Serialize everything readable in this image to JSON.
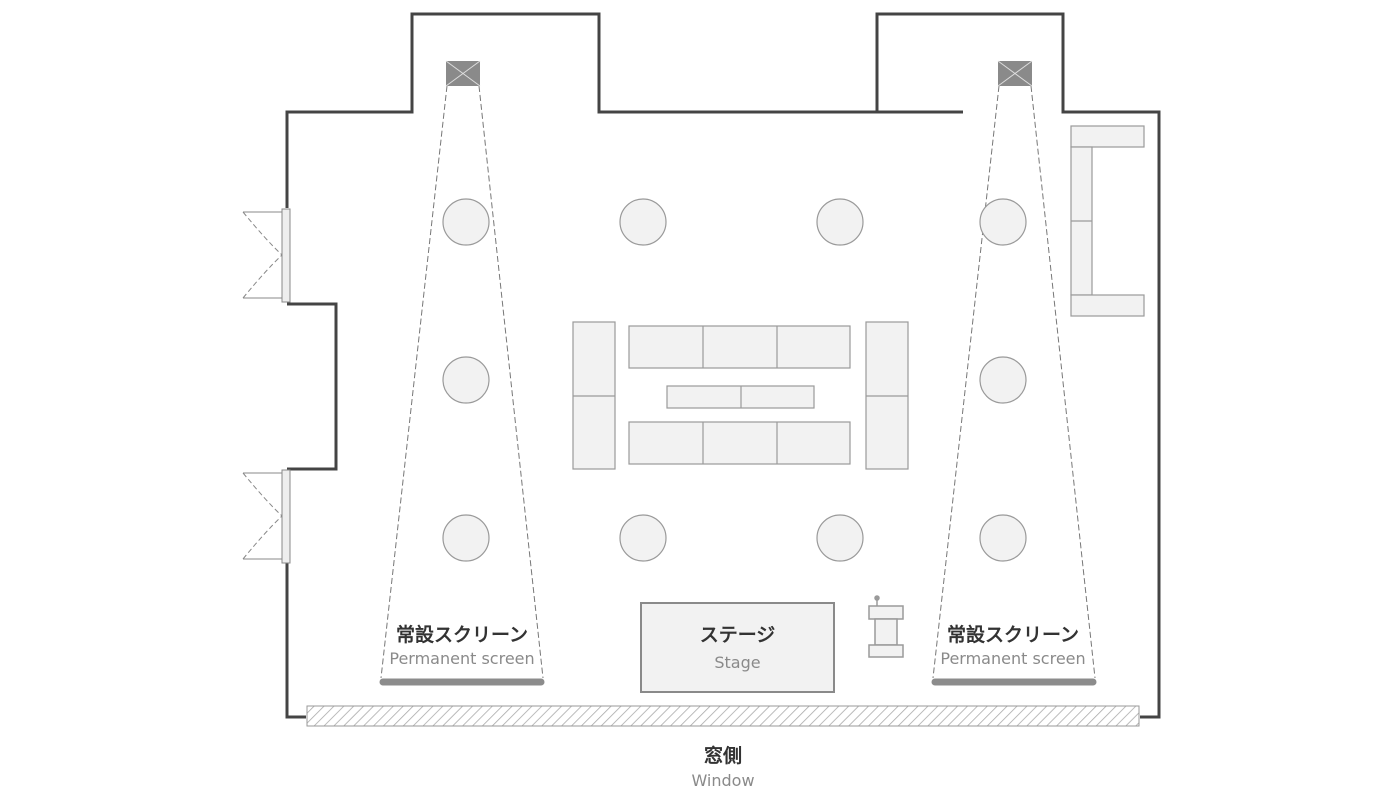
{
  "labels": {
    "screen_left_jp": "常設スクリーン",
    "screen_left_en": "Permanent screen",
    "screen_right_jp": "常設スクリーン",
    "screen_right_en": "Permanent screen",
    "stage_jp": "ステージ",
    "stage_en": "Stage",
    "window_jp": "窓側",
    "window_en": "Window"
  },
  "colors": {
    "wall": "#444444",
    "furniture_fill": "#f2f2f2",
    "furniture_stroke": "#9a9a9a",
    "screen_bar": "#8c8c8c",
    "projector": "#8a8a8a"
  }
}
